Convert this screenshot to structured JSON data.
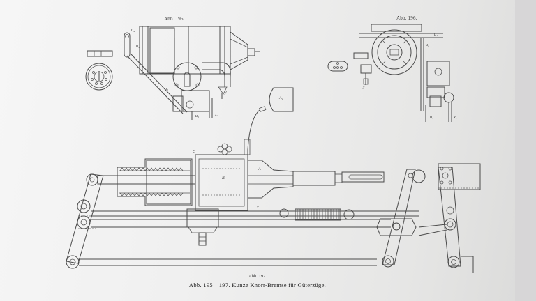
{
  "figures": {
    "fig195": {
      "label": "Abb. 195."
    },
    "fig196": {
      "label": "Abb. 196."
    },
    "fig197": {
      "label": "Abb. 197."
    }
  },
  "caption": "Abb. 195—197.  Kunze Knorr-Bremse für Güterzüge.",
  "part_labels": {
    "u4": "u₄",
    "u3": "u₃",
    "u2": "u₂",
    "u1": "u₁",
    "x1": "x₁",
    "y": "y",
    "A1": "A₁",
    "A": "A",
    "B": "B",
    "C": "C",
    "x": "x",
    "u4b": "u₄",
    "u2b": "u₂",
    "u1b": "u₁",
    "x1b": "x₁",
    "yb": "y"
  }
}
